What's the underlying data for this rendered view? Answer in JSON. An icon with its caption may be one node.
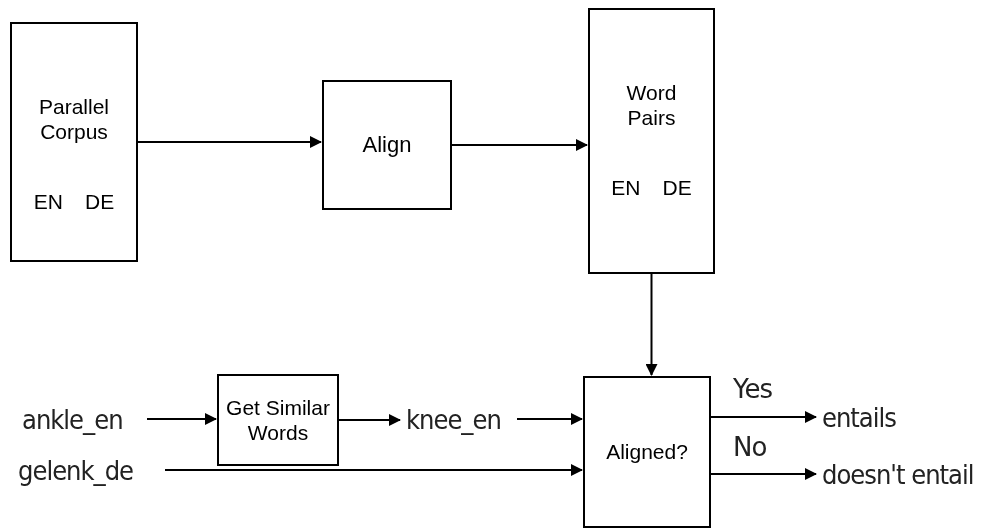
{
  "diagram": {
    "nodes": [
      {
        "text": [
          "Parallel Corpus",
          "EN",
          "DE"
        ]
      },
      {
        "text": [
          "Align"
        ]
      },
      {
        "text": [
          "Word Pairs",
          "EN",
          "DE"
        ]
      },
      {
        "text": [
          "ankle_en"
        ]
      },
      {
        "text": [
          "Get Similar Words"
        ]
      },
      {
        "text": [
          "knee_en"
        ]
      },
      {
        "text": [
          "Aligned?"
        ]
      },
      {
        "text": [
          "gelenk_de"
        ]
      },
      {
        "text": [
          "entails"
        ]
      },
      {
        "text": [
          "doesn't entail"
        ]
      }
    ],
    "edges": [
      {
        "from": 0,
        "to": 1,
        "arrow": "to"
      },
      {
        "from": 1,
        "to": 2,
        "arrow": "to"
      },
      {
        "from": 2,
        "to": 6,
        "arrow": "to"
      },
      {
        "from": 3,
        "to": 4,
        "arrow": "to"
      },
      {
        "from": 4,
        "to": 5,
        "arrow": "to"
      },
      {
        "from": 5,
        "to": 6,
        "arrow": "to"
      },
      {
        "from": 7,
        "to": 6,
        "arrow": "to"
      },
      {
        "from": 6,
        "to": 8,
        "arrow": "to",
        "label": "Yes"
      },
      {
        "from": 6,
        "to": 9,
        "arrow": "to",
        "label": "No"
      }
    ]
  }
}
